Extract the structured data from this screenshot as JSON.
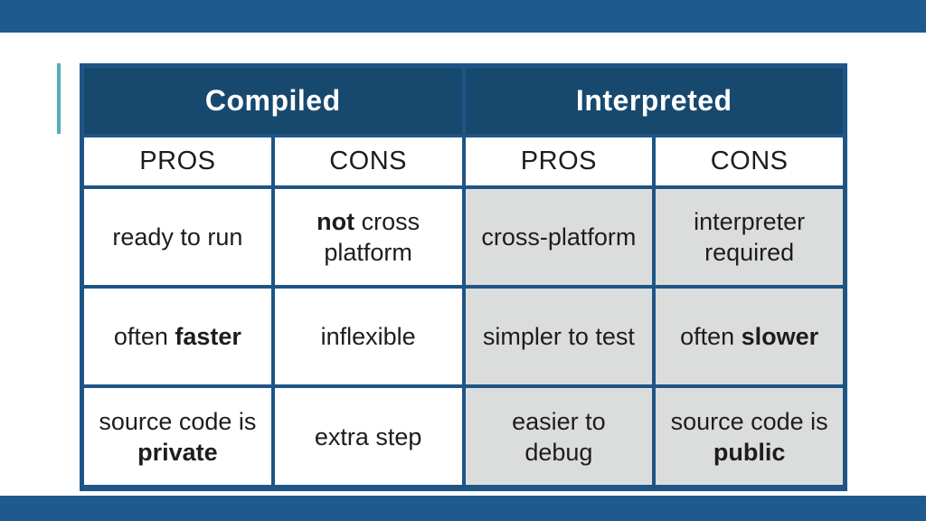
{
  "decor": {
    "top_bar_color": "#1e5a8e",
    "bottom_bar_color": "#1e5a8e",
    "accent_line_color": "#53aeb6"
  },
  "table": {
    "colors": {
      "header_bg": "#17496f",
      "header_text": "#ffffff",
      "border": "#1f5586",
      "gray_cell": "#dbdddc",
      "white_cell": "#ffffff",
      "cell_text": "#1d1d1d"
    },
    "groups": [
      {
        "label": "Compiled"
      },
      {
        "label": "Interpreted"
      }
    ],
    "columns": [
      "PROS",
      "CONS",
      "PROS",
      "CONS"
    ],
    "rows": [
      [
        {
          "lines": [
            [
              {
                "text": "ready to run"
              }
            ]
          ]
        },
        {
          "lines": [
            [
              {
                "text": "not",
                "bold": true
              },
              {
                "text": " cross"
              }
            ],
            [
              {
                "text": "platform"
              }
            ]
          ]
        },
        {
          "lines": [
            [
              {
                "text": "cross-platform"
              }
            ]
          ]
        },
        {
          "lines": [
            [
              {
                "text": "interpreter"
              }
            ],
            [
              {
                "text": "required"
              }
            ]
          ]
        }
      ],
      [
        {
          "lines": [
            [
              {
                "text": "often "
              },
              {
                "text": "faster",
                "bold": true
              }
            ]
          ]
        },
        {
          "lines": [
            [
              {
                "text": "inflexible"
              }
            ]
          ]
        },
        {
          "lines": [
            [
              {
                "text": "simpler to test"
              }
            ]
          ]
        },
        {
          "lines": [
            [
              {
                "text": "often "
              },
              {
                "text": "slower",
                "bold": true
              }
            ]
          ]
        }
      ],
      [
        {
          "lines": [
            [
              {
                "text": "source code is"
              }
            ],
            [
              {
                "text": "private",
                "bold": true
              }
            ]
          ]
        },
        {
          "lines": [
            [
              {
                "text": "extra step"
              }
            ]
          ]
        },
        {
          "lines": [
            [
              {
                "text": "easier to"
              }
            ],
            [
              {
                "text": "debug"
              }
            ]
          ]
        },
        {
          "lines": [
            [
              {
                "text": "source code is"
              }
            ],
            [
              {
                "text": "public",
                "bold": true
              }
            ]
          ]
        }
      ]
    ]
  }
}
